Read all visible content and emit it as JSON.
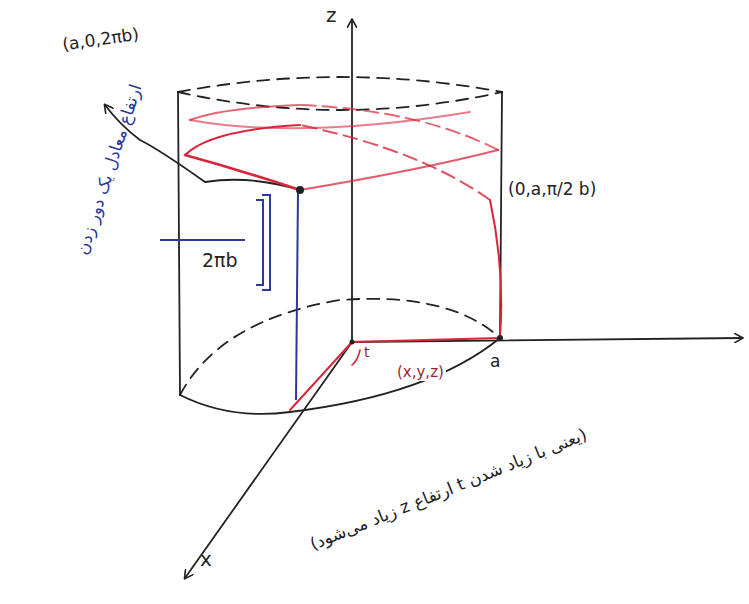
{
  "diagram": {
    "labels": [
      "z",
      "(a,0,2πb)",
      "(0,a,π/2 b)",
      "ارتفاع معادل یک دور زدن",
      "2πb",
      "(x,y,z)",
      "t",
      "a",
      "x",
      "(یعنی با زیاد شدن t ارتفاع z زیاد می‌شود)"
    ]
  }
}
